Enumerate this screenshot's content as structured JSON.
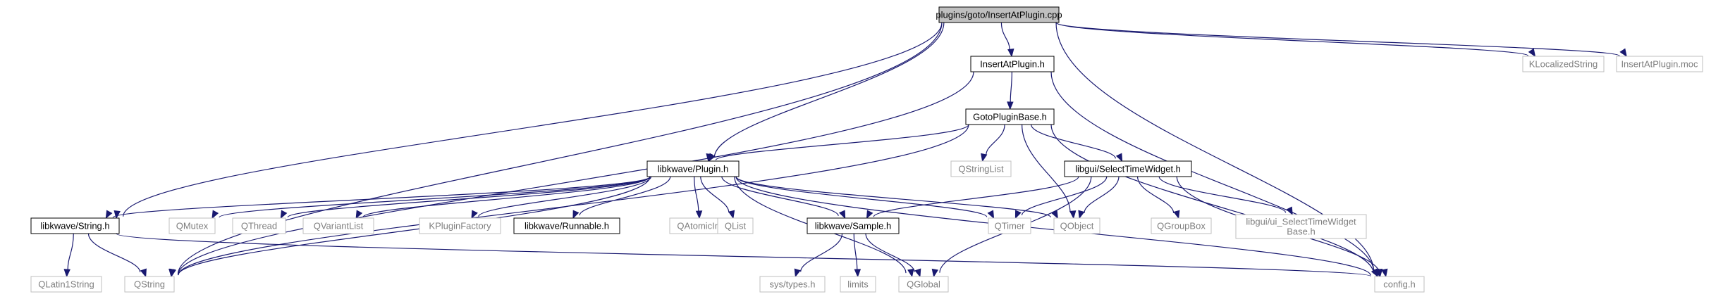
{
  "diagram": {
    "nodes": [
      {
        "id": "root",
        "label": [
          "plugins/goto/InsertAtPlugin.cpp"
        ],
        "kind": "root"
      },
      {
        "id": "insertat_h",
        "label": [
          "InsertAtPlugin.h"
        ],
        "kind": "documented"
      },
      {
        "id": "klocalized",
        "label": [
          "KLocalizedString"
        ],
        "kind": "external"
      },
      {
        "id": "insertat_moc",
        "label": [
          "InsertAtPlugin.moc"
        ],
        "kind": "external"
      },
      {
        "id": "gotobase",
        "label": [
          "GotoPluginBase.h"
        ],
        "kind": "documented"
      },
      {
        "id": "qstringlist",
        "label": [
          "QStringList"
        ],
        "kind": "external"
      },
      {
        "id": "selecttime",
        "label": [
          "libgui/SelectTimeWidget.h"
        ],
        "kind": "documented"
      },
      {
        "id": "plugin_h",
        "label": [
          "libkwave/Plugin.h"
        ],
        "kind": "documented"
      },
      {
        "id": "string_h",
        "label": [
          "libkwave/String.h"
        ],
        "kind": "documented"
      },
      {
        "id": "qmutex",
        "label": [
          "QMutex"
        ],
        "kind": "external"
      },
      {
        "id": "qthread",
        "label": [
          "QThread"
        ],
        "kind": "external"
      },
      {
        "id": "qvariantlist",
        "label": [
          "QVariantList"
        ],
        "kind": "external"
      },
      {
        "id": "kpluginfactory",
        "label": [
          "KPluginFactory"
        ],
        "kind": "external"
      },
      {
        "id": "runnable",
        "label": [
          "libkwave/Runnable.h"
        ],
        "kind": "documented"
      },
      {
        "id": "qatomicint",
        "label": [
          "QAtomicInt"
        ],
        "kind": "external"
      },
      {
        "id": "qlist",
        "label": [
          "QList"
        ],
        "kind": "external"
      },
      {
        "id": "sample_h",
        "label": [
          "libkwave/Sample.h"
        ],
        "kind": "documented"
      },
      {
        "id": "qtimer",
        "label": [
          "QTimer"
        ],
        "kind": "external"
      },
      {
        "id": "qobject",
        "label": [
          "QObject"
        ],
        "kind": "external"
      },
      {
        "id": "qgroupbox",
        "label": [
          "QGroupBox"
        ],
        "kind": "external"
      },
      {
        "id": "ui_select",
        "label": [
          "libgui/ui_SelectTimeWidget",
          "Base.h"
        ],
        "kind": "external"
      },
      {
        "id": "qlatin1",
        "label": [
          "QLatin1String"
        ],
        "kind": "external"
      },
      {
        "id": "qstring",
        "label": [
          "QString"
        ],
        "kind": "external"
      },
      {
        "id": "systypes",
        "label": [
          "sys/types.h"
        ],
        "kind": "external"
      },
      {
        "id": "limits",
        "label": [
          "limits"
        ],
        "kind": "external"
      },
      {
        "id": "qglobal",
        "label": [
          "QGlobal"
        ],
        "kind": "external"
      },
      {
        "id": "config",
        "label": [
          "config.h"
        ],
        "kind": "external"
      }
    ],
    "edges": [
      [
        "root",
        "insertat_h"
      ],
      [
        "root",
        "klocalized"
      ],
      [
        "root",
        "insertat_moc"
      ],
      [
        "root",
        "plugin_h"
      ],
      [
        "root",
        "string_h"
      ],
      [
        "root",
        "qstring"
      ],
      [
        "root",
        "config"
      ],
      [
        "insertat_h",
        "gotobase"
      ],
      [
        "insertat_h",
        "qstring"
      ],
      [
        "insertat_h",
        "config"
      ],
      [
        "gotobase",
        "plugin_h"
      ],
      [
        "gotobase",
        "qstringlist"
      ],
      [
        "gotobase",
        "selecttime"
      ],
      [
        "gotobase",
        "qobject"
      ],
      [
        "gotobase",
        "qstring"
      ],
      [
        "gotobase",
        "config"
      ],
      [
        "selecttime",
        "sample_h"
      ],
      [
        "selecttime",
        "qtimer"
      ],
      [
        "selecttime",
        "qobject"
      ],
      [
        "selecttime",
        "qgroupbox"
      ],
      [
        "selecttime",
        "ui_select"
      ],
      [
        "selecttime",
        "qglobal"
      ],
      [
        "selecttime",
        "config"
      ],
      [
        "plugin_h",
        "string_h"
      ],
      [
        "plugin_h",
        "qmutex"
      ],
      [
        "plugin_h",
        "qthread"
      ],
      [
        "plugin_h",
        "qvariantlist"
      ],
      [
        "plugin_h",
        "kpluginfactory"
      ],
      [
        "plugin_h",
        "runnable"
      ],
      [
        "plugin_h",
        "qatomicint"
      ],
      [
        "plugin_h",
        "qlist"
      ],
      [
        "plugin_h",
        "sample_h"
      ],
      [
        "plugin_h",
        "qtimer"
      ],
      [
        "plugin_h",
        "qobject"
      ],
      [
        "plugin_h",
        "qglobal"
      ],
      [
        "plugin_h",
        "qstring"
      ],
      [
        "plugin_h",
        "config"
      ],
      [
        "string_h",
        "qlatin1"
      ],
      [
        "string_h",
        "qstring"
      ],
      [
        "string_h",
        "config"
      ],
      [
        "sample_h",
        "systypes"
      ],
      [
        "sample_h",
        "limits"
      ],
      [
        "sample_h",
        "qglobal"
      ]
    ]
  }
}
